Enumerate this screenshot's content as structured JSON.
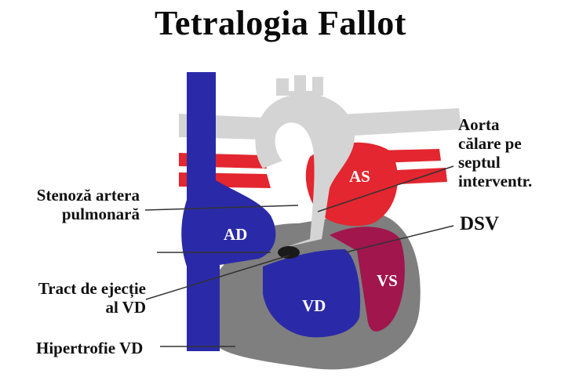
{
  "title": "Tetralogia Fallot",
  "labels": {
    "aorta_line1": "Aorta",
    "aorta_line2": "călare pe",
    "aorta_line3": "septul",
    "aorta_line4": "interventr.",
    "dsv": "DSV",
    "stenoza_line1": "Stenoză artera",
    "stenoza_line2": "pulmonară",
    "tract_line1": "Tract de ejecție",
    "tract_line2": "al VD",
    "hipertrofie": "Hipertrofie VD"
  },
  "chambers": {
    "as": "AS",
    "ad": "AD",
    "vd": "VD",
    "vs": "VS"
  },
  "colors": {
    "blue": "#2a2aa8",
    "red": "#e3262f",
    "purple": "#a0164d",
    "grey": "#7f7f7f",
    "light_grey": "#d4d4d4"
  }
}
